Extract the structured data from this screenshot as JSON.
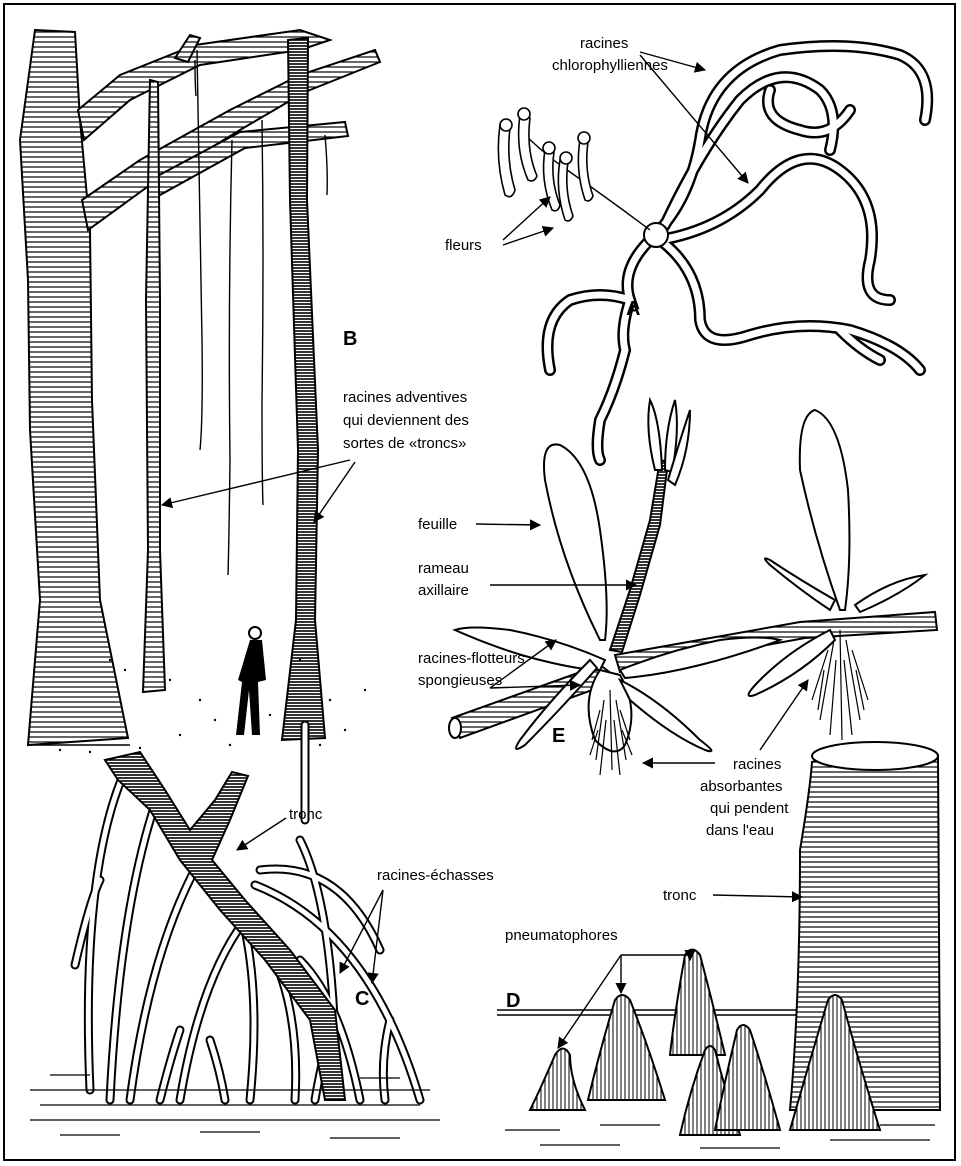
{
  "panels": {
    "a": {
      "letter": "A",
      "label_roots": [
        "racines",
        "chlorophylliennes"
      ],
      "label_flowers": "fleurs"
    },
    "b": {
      "letter": "B",
      "label_roots": [
        "racines adventives",
        "qui deviennent des",
        "sortes de «troncs»"
      ]
    },
    "c": {
      "letter": "C",
      "label_trunk": "tronc",
      "label_roots": "racines-échasses"
    },
    "d": {
      "letter": "D",
      "label_trunk": "tronc",
      "label_pneu": "pneumatophores"
    },
    "e": {
      "letter": "E",
      "label_leaf": "feuille",
      "label_branch": [
        "rameau",
        "axillaire"
      ],
      "label_floats": [
        "racines-flotteurs",
        "spongieuses"
      ],
      "label_absorb": [
        "racines",
        "absorbantes",
        "qui pendent",
        "dans l'eau"
      ]
    }
  }
}
